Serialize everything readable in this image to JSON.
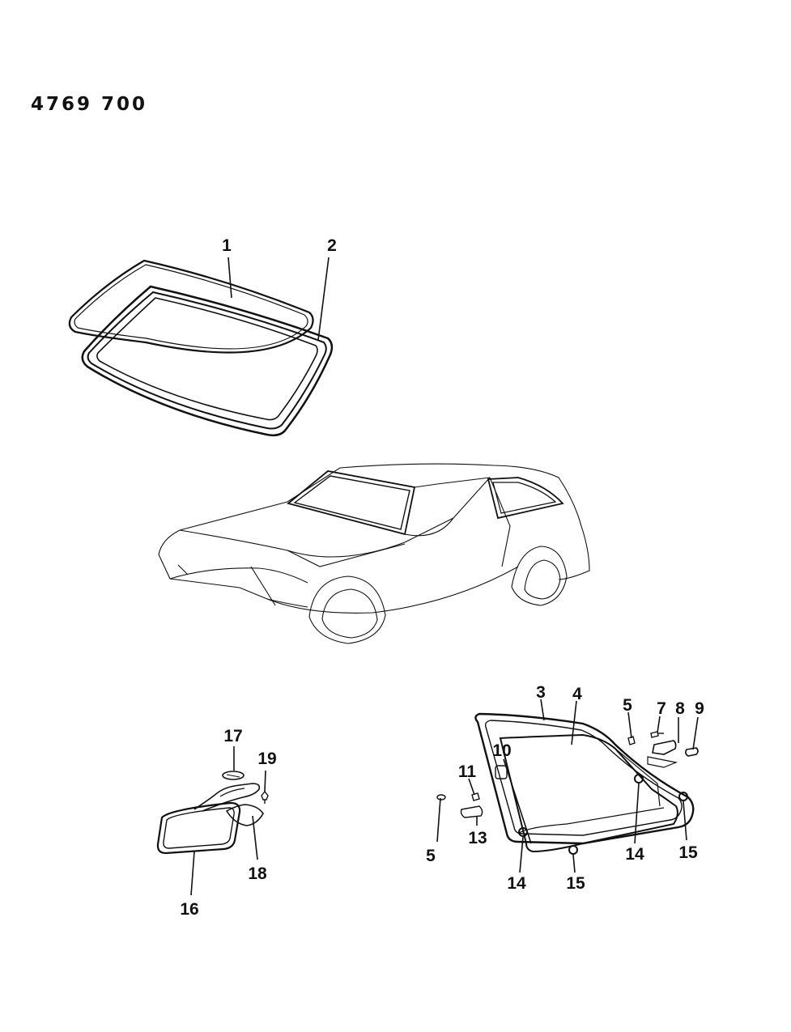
{
  "header": {
    "code": "4769  700"
  },
  "callouts": {
    "c1": "1",
    "c2": "2",
    "c3": "3",
    "c4": "4",
    "c5a": "5",
    "c5b": "5",
    "c7": "7",
    "c8": "8",
    "c9": "9",
    "c10": "10",
    "c11": "11",
    "c13": "13",
    "c14a": "14",
    "c14b": "14",
    "c15a": "15",
    "c15b": "15",
    "c16": "16",
    "c17": "17",
    "c18": "18",
    "c19": "19"
  }
}
